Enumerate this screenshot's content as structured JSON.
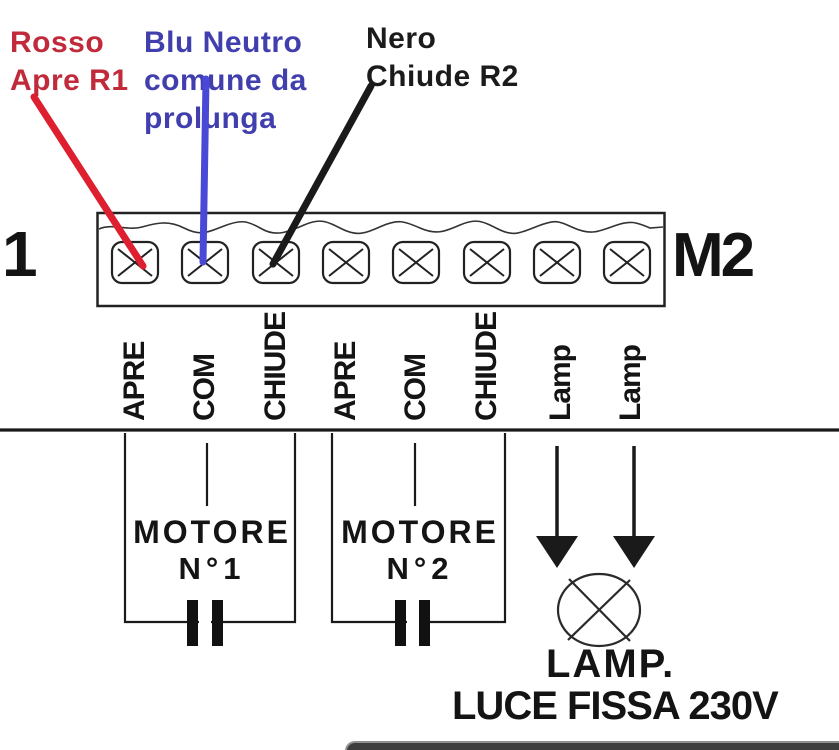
{
  "colors": {
    "red_text": "#c12a3a",
    "red_wire": "#dd1f30",
    "blue_text": "#413fad",
    "blue_wire": "#4a48d6",
    "black": "#1a1a1a",
    "bottom_bar": "#3e3e3e"
  },
  "annotations": {
    "red": {
      "lines": [
        "Rosso",
        "Apre R1"
      ]
    },
    "blue": {
      "lines": [
        "Blu Neutro",
        "comune da",
        "prolunga"
      ]
    },
    "black": {
      "lines": [
        "Nero",
        "Chiude R2"
      ]
    }
  },
  "terminal_block": {
    "left_label": "1",
    "right_label": "M2",
    "labels": [
      "APRE",
      "COM",
      "CHIUDE",
      "APRE",
      "COM",
      "CHIUDE",
      "Lamp",
      "Lamp"
    ]
  },
  "motors": [
    {
      "line1": "MOTORE",
      "line2": "N°1"
    },
    {
      "line1": "MOTORE",
      "line2": "N°2"
    }
  ],
  "lamp": {
    "label": "LAMP.",
    "caption": "LUCE FISSA 230V"
  }
}
